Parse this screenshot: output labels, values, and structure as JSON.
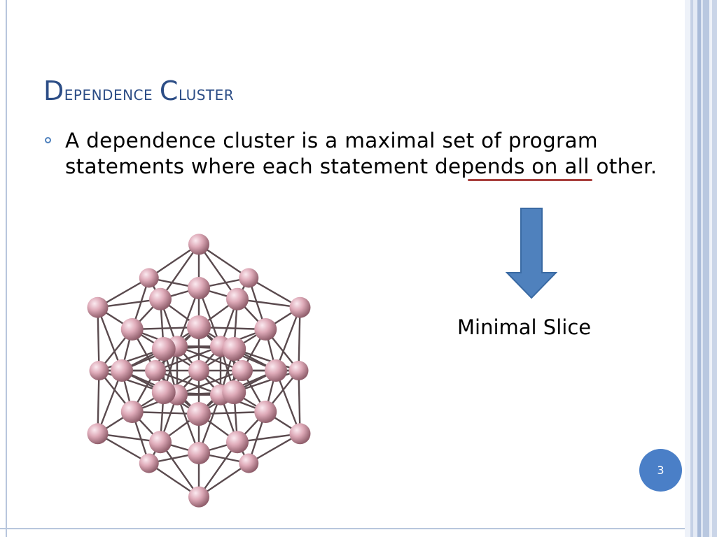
{
  "slide": {
    "title_first_letter": "D",
    "title_rest_1": "ependence ",
    "title_second_letter": "C",
    "title_rest_2": "luster",
    "bullet_text_before": "A dependence cluster is a maximal set of program statements where each statement ",
    "bullet_text_emphasis": "depends on",
    "bullet_text_after": " all other.",
    "label_minimal_slice": "Minimal Slice",
    "page_number": "3"
  },
  "colors": {
    "title": "#2c4d86",
    "accent": "#4f81bd",
    "arrow": "#4f81bd",
    "underline": "#a8403d",
    "page_badge": "#4a7fc7",
    "node": "#d9a4b2",
    "edge": "#5a4a4e"
  },
  "icons": {
    "bullet": "hollow-circle-bullet-icon",
    "arrow": "down-arrow-icon"
  }
}
